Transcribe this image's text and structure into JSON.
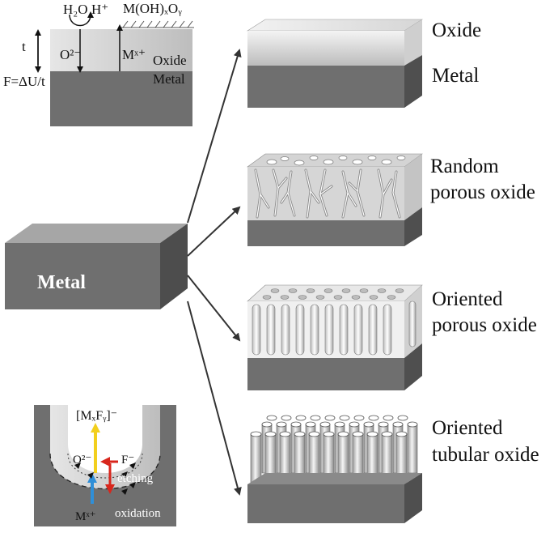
{
  "center_block": {
    "label": "Metal"
  },
  "inset_top": {
    "h2o": "H₂O",
    "h_plus": "H⁺",
    "hydroxide": "M(OH)ₓOᵧ",
    "t": "t",
    "o2": "O²⁻",
    "mx": "Mˣ⁺",
    "oxide": "Oxide",
    "metal": "Metal",
    "field": "F=ΔU/t"
  },
  "inset_bottom": {
    "complex": "[MₓFᵧ]⁻",
    "o2": "O²⁻",
    "f_minus": "F⁻",
    "etching": "etching",
    "mx": "Mˣ⁺",
    "oxidation": "oxidation"
  },
  "outcomes": [
    {
      "line1": "Oxide",
      "line2": "Metal"
    },
    {
      "line1": "Random",
      "line2": "porous oxide"
    },
    {
      "line1": "Oriented",
      "line2": "porous oxide"
    },
    {
      "line1": "Oriented",
      "line2": "tubular oxide"
    }
  ],
  "colors": {
    "metal": "#6f6f6f",
    "oxide": "#d9d9d9",
    "yellow": "#f2cf1d",
    "blue": "#2f8fd8",
    "red": "#d8261c"
  }
}
